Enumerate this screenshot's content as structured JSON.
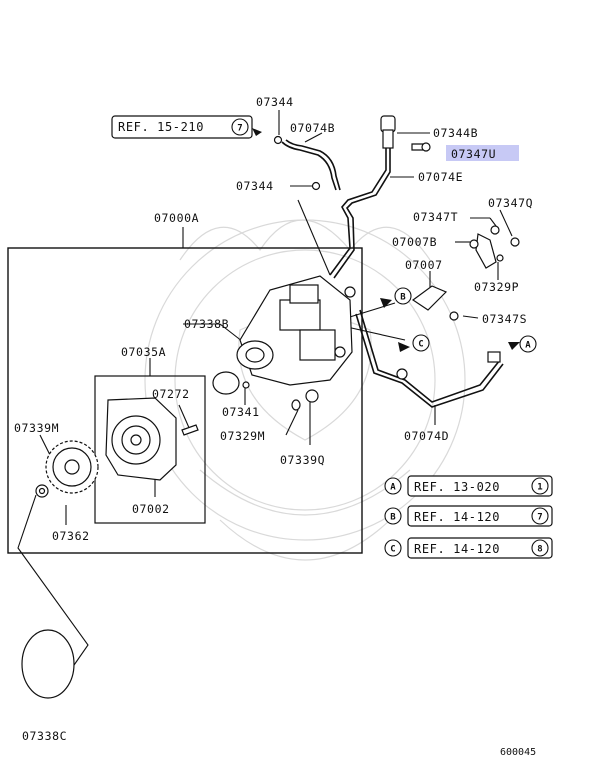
{
  "diagram_code": "600045",
  "labels": {
    "p07344_top": "07344",
    "p07074B": "07074B",
    "p07344_mid": "07344",
    "p07344B": "07344B",
    "p07347U": "07347U",
    "p07074E": "07074E",
    "p07000A": "07000A",
    "p07347T": "07347T",
    "p07347Q": "07347Q",
    "p07007B": "07007B",
    "p07007": "07007",
    "p07329P": "07329P",
    "p07347S": "07347S",
    "p07338B": "07338B",
    "p07035A": "07035A",
    "p07272": "07272",
    "p07341": "07341",
    "p07339M": "07339M",
    "p07329M": "07329M",
    "p07339Q": "07339Q",
    "p07074D": "07074D",
    "p07002": "07002",
    "p07362": "07362",
    "p07338C": "07338C"
  },
  "refs": {
    "top": {
      "text": "REF. 15-210",
      "num": "7"
    },
    "A": {
      "letter": "A",
      "text": "REF. 13-020",
      "num": "1"
    },
    "B": {
      "letter": "B",
      "text": "REF. 14-120",
      "num": "7"
    },
    "C": {
      "letter": "C",
      "text": "REF. 14-120",
      "num": "8"
    }
  },
  "flow_letters": {
    "a": "A",
    "b": "B",
    "c": "C"
  }
}
